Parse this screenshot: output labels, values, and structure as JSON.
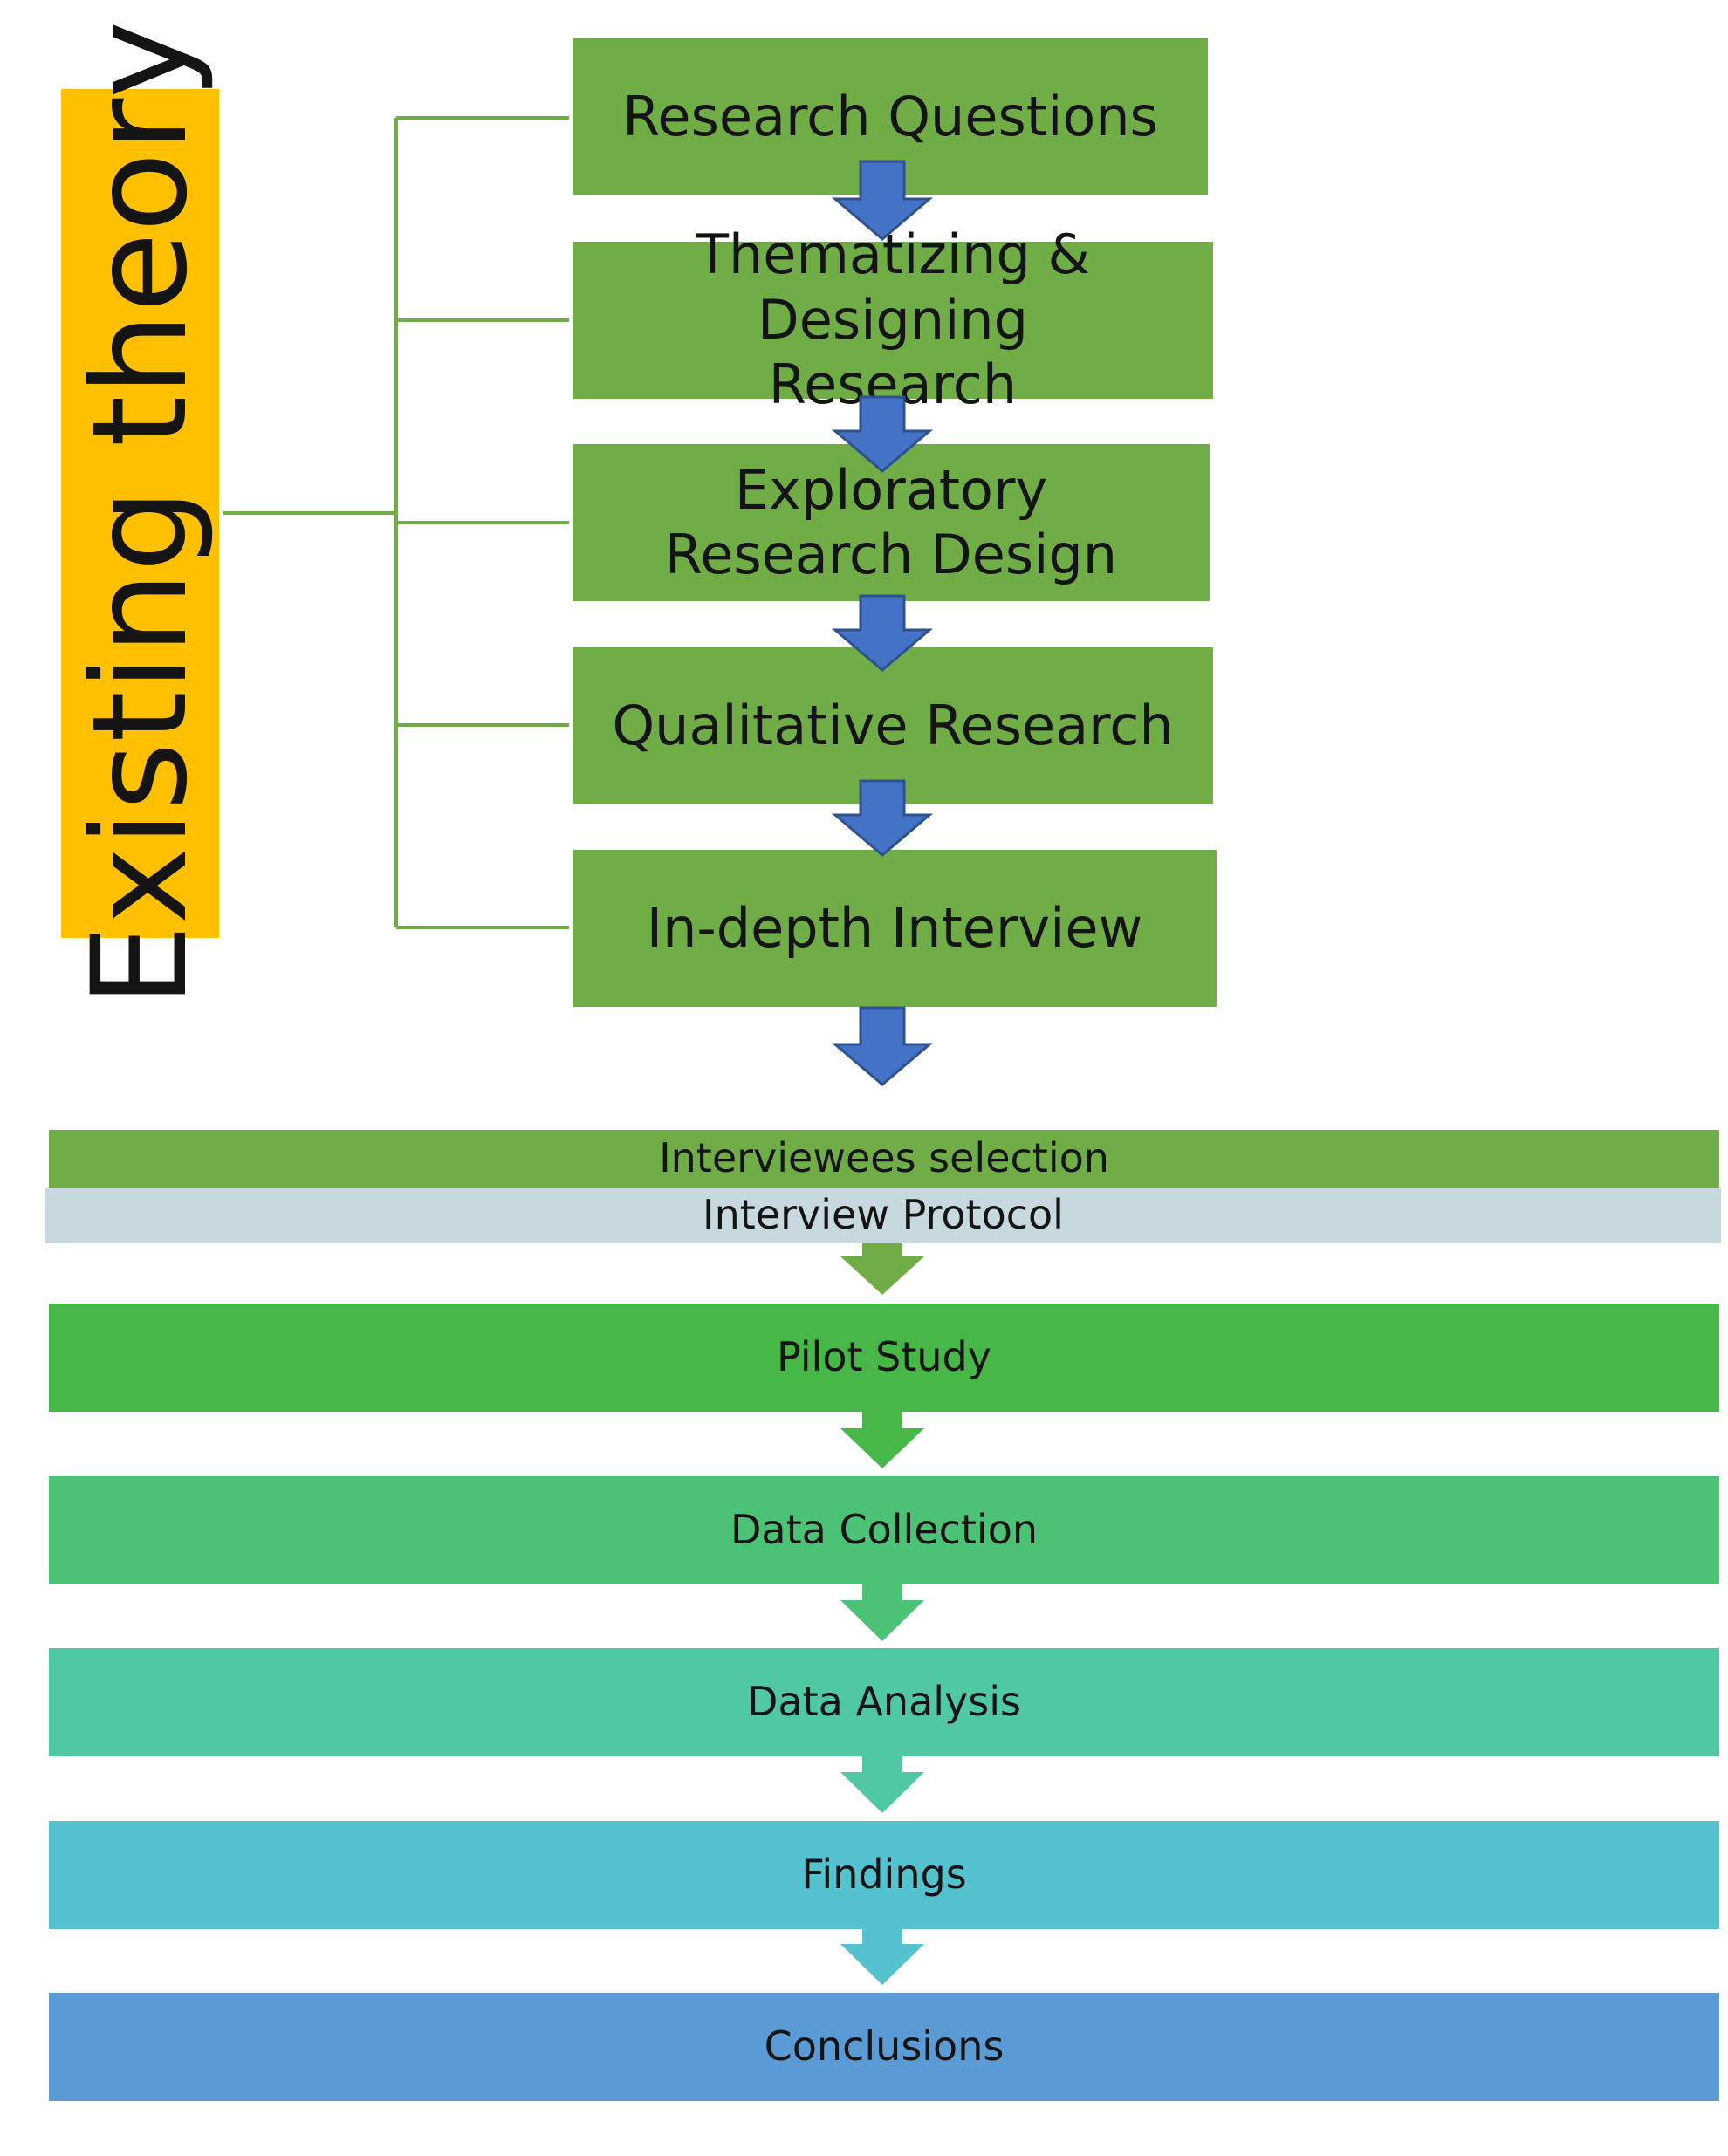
{
  "existing_theory": {
    "label": "Existing theory",
    "color": "#ffc000"
  },
  "upper_steps": [
    {
      "label": "Research Questions"
    },
    {
      "label": "Thematizing & Designing Research"
    },
    {
      "label": "Exploratory Research Design"
    },
    {
      "label": "Qualitative Research"
    },
    {
      "label": "In-depth Interview"
    }
  ],
  "interview_preparation": {
    "selection": "Interviewees selection",
    "protocol": "Interview Protocol"
  },
  "lower_steps": [
    {
      "label": "Pilot Study",
      "color": "#47b747"
    },
    {
      "label": "Data Collection",
      "color": "#4cc277"
    },
    {
      "label": "Data Analysis",
      "color": "#50c8a4"
    },
    {
      "label": "Findings",
      "color": "#54c2cf"
    },
    {
      "label": "Conclusions",
      "color": "#5b9bd5"
    }
  ],
  "colors": {
    "step_green": "#70ad47",
    "arrow_blue": "#4472c4",
    "protocol_bar": "#c7d9de",
    "connector": "#70ad47"
  }
}
